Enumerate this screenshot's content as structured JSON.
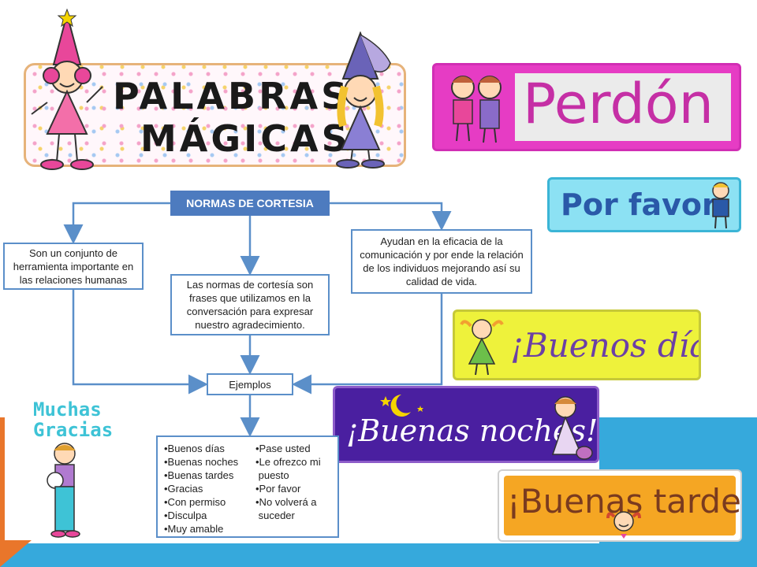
{
  "title": {
    "line1": "PALABRAS",
    "line2": "MÁGICAS"
  },
  "cards": {
    "perdon": "Perdón",
    "por_favor": "Por favor",
    "buenos_dias": "¡Buenos días!",
    "buenas_noches": "¡Buenas noches!",
    "buenas_tardes": "¡Buenas tardes!"
  },
  "muchas_gracias": {
    "line1": "Muchas",
    "line2": "Gracias"
  },
  "diagram": {
    "header": "NORMAS DE CORTESIA",
    "left_box": "Son  un conjunto de herramienta importante en las relaciones humanas",
    "middle_box": "Las normas de cortesía son frases que utilizamos en la conversación para expresar nuestro agradecimiento.",
    "right_box": "Ayudan en la eficacia de la comunicación y por ende la relación de los individuos mejorando así su calidad de vida.",
    "examples_label": "Ejemplos",
    "examples_col1": [
      "•Buenos días",
      "•Buenas noches",
      "•Buenas tardes",
      "•Gracias",
      "•Con permiso",
      "•Disculpa",
      "•Muy amable"
    ],
    "examples_col2": [
      "•Pase usted",
      "•Le ofrezco mi",
      " puesto",
      "•Por favor",
      "•No volverá a",
      " suceder"
    ]
  },
  "colors": {
    "accent_blue": "#4d7bbf",
    "background_blue": "#36a9dc",
    "accent_orange": "#e9762b",
    "perdon_magenta": "#e63cc4"
  },
  "icons": [
    "princess-figure",
    "witch-figure",
    "kids-hugging-figure",
    "boy-figure",
    "girl-figure",
    "moon-stars-icon",
    "girl-with-ball-figure"
  ]
}
